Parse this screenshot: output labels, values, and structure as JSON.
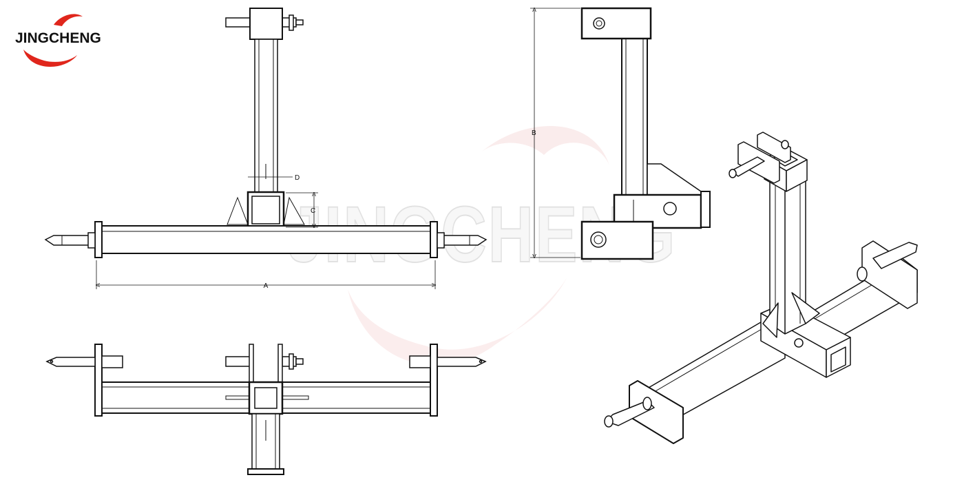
{
  "brand": {
    "name": "JINGCHENG",
    "watermark": "JINGCHENG",
    "accent_color": "#e0261c",
    "ink_color": "#111111"
  },
  "dimensions": {
    "a": "A",
    "b": "B",
    "c": "C",
    "d": "D"
  },
  "views": [
    "top-view",
    "side-view",
    "front-view",
    "isometric-view"
  ]
}
